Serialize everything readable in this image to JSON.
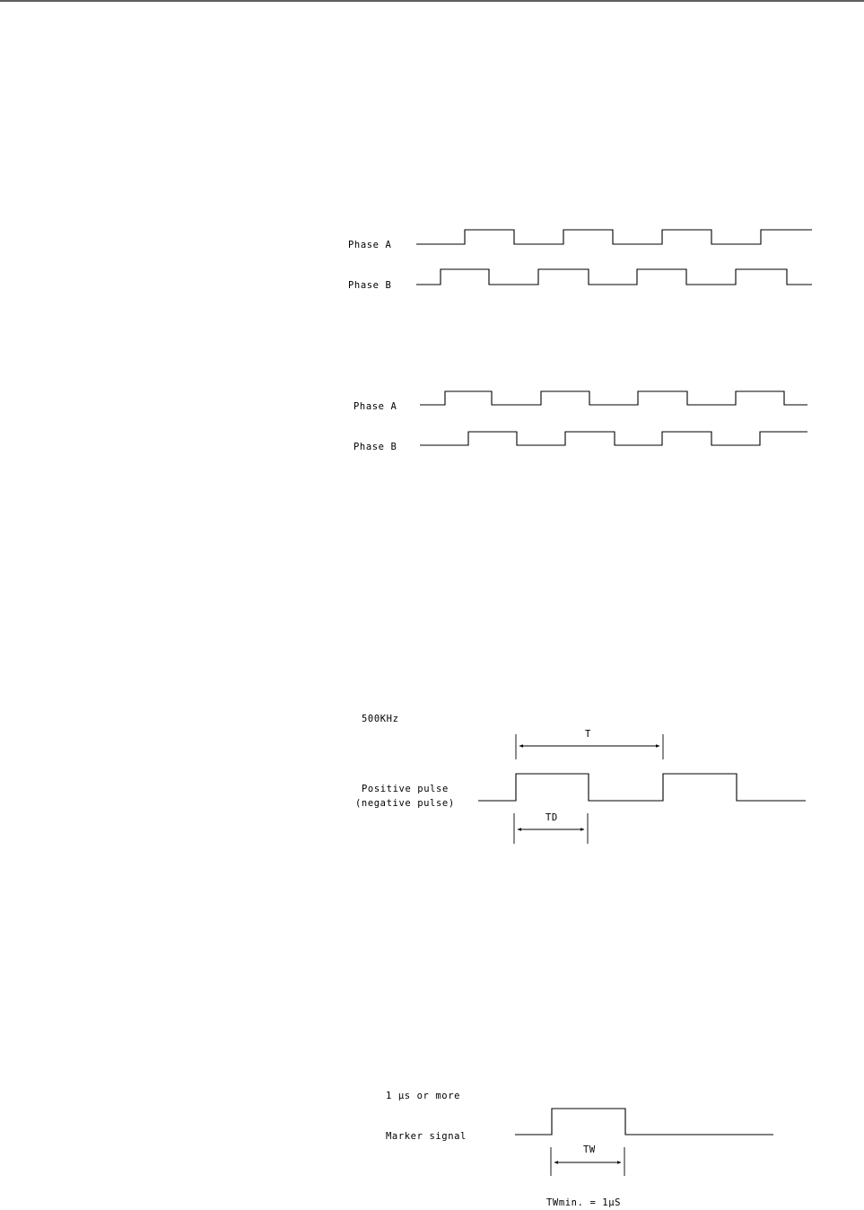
{
  "diagram1": {
    "phase_a_label": "Phase A",
    "phase_b_label": "Phase B"
  },
  "diagram2": {
    "phase_a_label": "Phase A",
    "phase_b_label": "Phase B"
  },
  "diagram3": {
    "frequency_label": "500KHz",
    "period_label": "T",
    "pulse_label_line1": "Positive pulse",
    "pulse_label_line2": "(negative pulse)",
    "duration_label": "TD"
  },
  "diagram4": {
    "min_width_label": "1 μs or more",
    "marker_label": "Marker signal",
    "width_label": "TW",
    "width_min_text": "TWmin. = 1μS"
  }
}
